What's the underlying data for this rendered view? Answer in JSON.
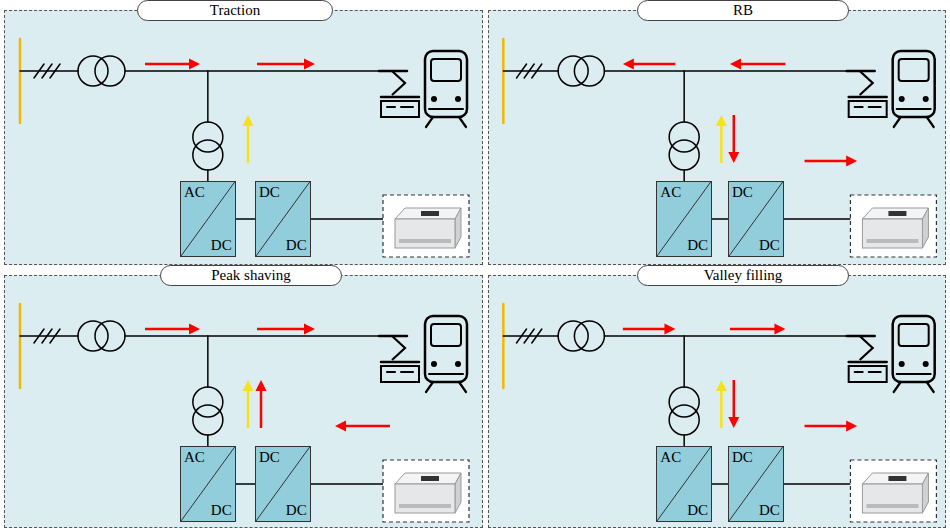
{
  "diagram": {
    "nodes": [
      {
        "text": [
          "Traction"
        ]
      },
      {
        "text": [
          "AC",
          "DC"
        ],
        "in": 0
      },
      {
        "text": [
          "DC",
          "DC"
        ],
        "in": 0
      },
      {
        "text": [
          "RB"
        ]
      },
      {
        "text": [
          "AC",
          "DC"
        ],
        "in": 3
      },
      {
        "text": [
          "DC",
          "DC"
        ],
        "in": 3
      },
      {
        "text": [
          "Peak shaving"
        ]
      },
      {
        "text": [
          "AC",
          "DC"
        ],
        "in": 6
      },
      {
        "text": [
          "DC",
          "DC"
        ],
        "in": 6
      },
      {
        "text": [
          "Valley filling"
        ]
      },
      {
        "text": [
          "AC",
          "DC"
        ],
        "in": 9
      },
      {
        "text": [
          "DC",
          "DC"
        ],
        "in": 9
      }
    ],
    "edges": [
      {
        "from": 1,
        "to": 2,
        "arrow": "none"
      },
      {
        "from": 4,
        "to": 5,
        "arrow": "none"
      },
      {
        "from": 7,
        "to": 8,
        "arrow": "none"
      },
      {
        "from": 10,
        "to": 11,
        "arrow": "none"
      }
    ]
  }
}
